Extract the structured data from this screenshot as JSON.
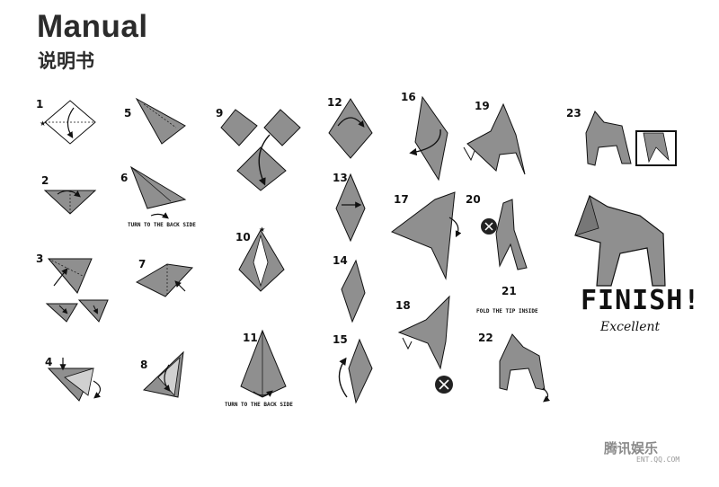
{
  "header": {
    "title": "Manual",
    "subtitle": "说明书"
  },
  "steps": [
    "1",
    "2",
    "3",
    "4",
    "5",
    "6",
    "7",
    "8",
    "9",
    "10",
    "11",
    "12",
    "13",
    "14",
    "15",
    "16",
    "17",
    "18",
    "19",
    "20",
    "21",
    "22",
    "23"
  ],
  "captions": {
    "step6": "TURN TO THE BACK SIDE",
    "step11": "TURN TO THE BACK SIDE",
    "step21": "FOLD THE TIP INSIDE"
  },
  "finish": {
    "headline": "FINISH!",
    "tagline": "Excellent"
  },
  "watermark": {
    "main": "腾讯娱乐",
    "sub": "ENT.QQ.COM"
  },
  "colors": {
    "paper": "#8f8f8f",
    "ink": "#111111",
    "background": "#ffffff"
  }
}
